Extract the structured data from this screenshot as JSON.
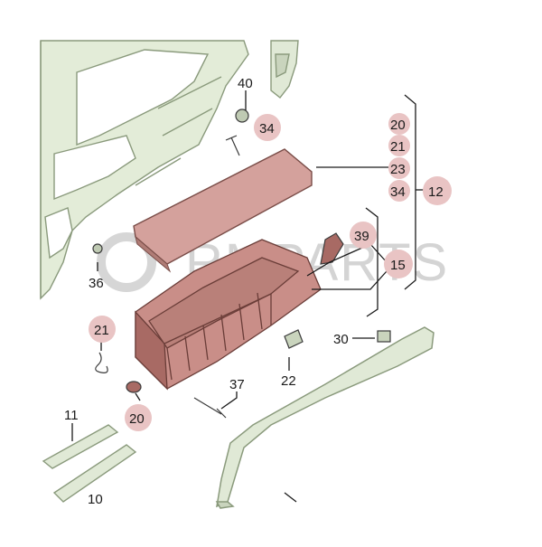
{
  "watermark": {
    "text": "RMPARTS"
  },
  "labels": {
    "p40": "40",
    "p34a": "34",
    "p20a": "20",
    "p21a": "21",
    "p23": "23",
    "p34b": "34",
    "p12": "12",
    "p39": "39",
    "p15": "15",
    "p36": "36",
    "p21b": "21",
    "p30": "30",
    "p22": "22",
    "p37": "37",
    "p20b": "20",
    "p11": "11",
    "p10": "10"
  },
  "colors": {
    "frame": "#e3ecd8",
    "frame_stroke": "#8a9a7c",
    "box": "#c98e88",
    "box_dark": "#a86a64",
    "lid": "#d4a19c",
    "trim": "#e0e9d6",
    "bubble": "#e9c4c4"
  }
}
